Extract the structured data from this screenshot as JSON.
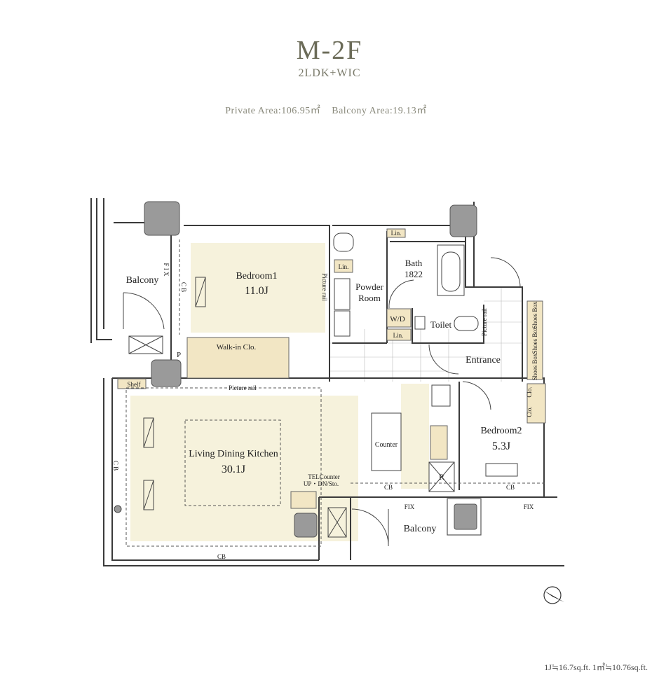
{
  "header": {
    "title": "M-2F",
    "layout_type": "2LDK+WIC",
    "private_area": "Private Area:106.95㎡",
    "balcony_area": "Balcony Area:19.13㎡"
  },
  "rooms": {
    "balcony_left": "Balcony",
    "bedroom1_name": "Bedroom1",
    "bedroom1_size": "11.0J",
    "walkin": "Walk-in Clo.",
    "powder_room_line1": "Powder",
    "powder_room_line2": "Room",
    "bath_line1": "Bath",
    "bath_line2": "1822",
    "toilet": "Toilet",
    "wd": "W/D",
    "entrance": "Entrance",
    "ldk_name": "Living Dining Kitchen",
    "ldk_size": "30.1J",
    "counter": "Counter",
    "bedroom2_name": "Bedroom2",
    "bedroom2_size": "5.3J",
    "balcony_bottom": "Balcony"
  },
  "fixtures": {
    "lin": "Lin.",
    "shelf": "Shelf",
    "picture_rail": "Picture rail",
    "cb": "CB",
    "c_b_vertical": "C B",
    "fix": "FIX",
    "fix_vertical": "F I X",
    "p": "P",
    "r": "R",
    "shoes_box": "Shoes Box",
    "clo": "Clo.",
    "tel_counter_line1": "TELCounter",
    "tel_counter_line2": "UP・DN/Sto."
  },
  "footer": {
    "conversion": "1J≒16.7sq.ft.  1㎡≒10.76sq.ft."
  },
  "colors": {
    "title": "#6b6b58",
    "wall": "#3a3a3a",
    "floor_tint": "#f6f2dc",
    "storage": "#f2e6c4",
    "column": "#9a9a9a"
  }
}
